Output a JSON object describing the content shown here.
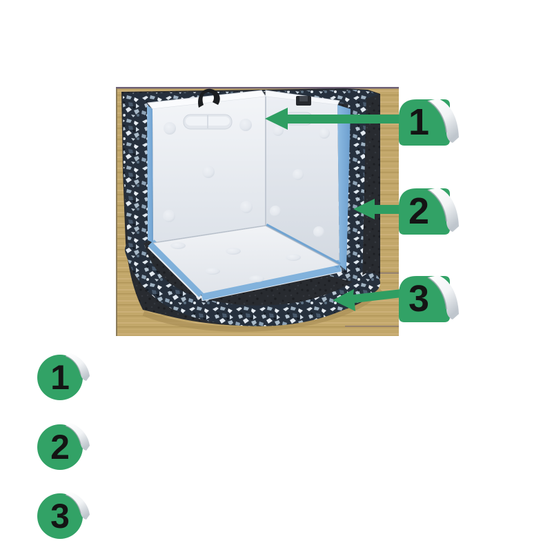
{
  "canvas": {
    "background": "#ffffff"
  },
  "diagram": {
    "type": "insulated-corner-cutaway",
    "callouts": [
      {
        "number": "1"
      },
      {
        "number": "2"
      },
      {
        "number": "3"
      }
    ],
    "legend": [
      {
        "number": "1"
      },
      {
        "number": "2"
      },
      {
        "number": "3"
      }
    ],
    "colors": {
      "accent_green": "#2f9e62",
      "badge_green": "#32a266",
      "number_black": "#141414",
      "backdrop_tan": "#c2a76a",
      "panel_white": "#eef1f5",
      "liner_blue": "#7fb0da",
      "outer_foam_dark": "#25282d",
      "eps_flecked_base": "#26303d",
      "curl_white": "#ffffff",
      "curl_shadow": "#b8bfc7"
    }
  }
}
